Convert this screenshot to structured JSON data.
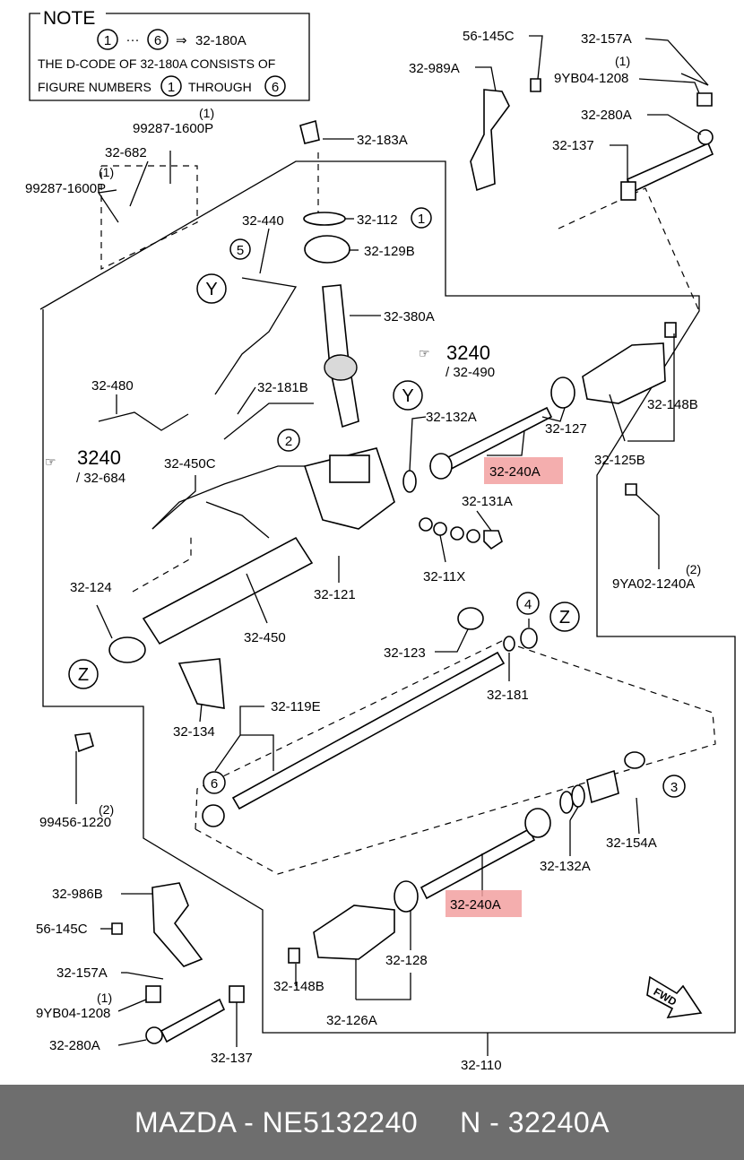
{
  "note": {
    "heading": "NOTE",
    "ref_start": "1",
    "ref_end": "6",
    "ref_target": "32-180A",
    "line2": "THE D-CODE OF 32-180A CONSISTS OF",
    "line3a": "FIGURE NUMBERS",
    "line3b": "THROUGH",
    "line3_start": "1",
    "line3_end": "6"
  },
  "circles": {
    "y": "Y",
    "z": "Z",
    "n1": "1",
    "n2": "2",
    "n3": "3",
    "n4": "4",
    "n5": "5",
    "n6": "6"
  },
  "refs": {
    "r3240": "3240",
    "r32490": "/ 32-490",
    "r32684": "/ 32-684"
  },
  "labels": {
    "l56145c_top": "56-145C",
    "l32157a_top": "32-157A",
    "l32989a": "32-989A",
    "q1_top": "(1)",
    "l9yb04_top": "9YB04-1208",
    "l32280a_top": "32-280A",
    "l32137_top": "32-137",
    "q1_a": "(1)",
    "l99287_a": "99287-1600P",
    "l32682": "32-682",
    "q1_b": "(1)",
    "l99287_b": "99287-1600P",
    "l32183a": "32-183A",
    "l32440": "32-440",
    "l32112": "32-112",
    "l32129b": "32-129B",
    "l32380a": "32-380A",
    "l32480": "32-480",
    "l32181b": "32-181B",
    "l32132a_top": "32-132A",
    "l32127": "32-127",
    "l32148b_top": "32-148B",
    "l32125b": "32-125B",
    "l32450c": "32-450C",
    "l32240a_top": "32-240A",
    "l32131a": "32-131A",
    "l3211x": "32-11X",
    "q2_a": "(2)",
    "l9ya02": "9YA02-1240A",
    "l32124": "32-124",
    "l32121": "32-121",
    "l32450": "32-450",
    "l32123": "32-123",
    "l32181": "32-181",
    "l32119e": "32-119E",
    "l32134": "32-134",
    "q2_b": "(2)",
    "l99456": "99456-1220",
    "l32154a": "32-154A",
    "l32132a_bot": "32-132A",
    "l32240a_bot": "32-240A",
    "l32986b": "32-986B",
    "l56145c_bot": "56-145C",
    "l32157a_bot": "32-157A",
    "q1_c": "(1)",
    "l9yb04_bot": "9YB04-1208",
    "l32280a_bot": "32-280A",
    "l32137_bot": "32-137",
    "l32148b_bot": "32-148B",
    "l32128": "32-128",
    "l32126a": "32-126A",
    "l32110": "32-110",
    "fwd": "FWD"
  },
  "highlight_color": "#f2a0a0",
  "footer": {
    "text": "MAZDA - NE5132240     N - 32240A"
  }
}
